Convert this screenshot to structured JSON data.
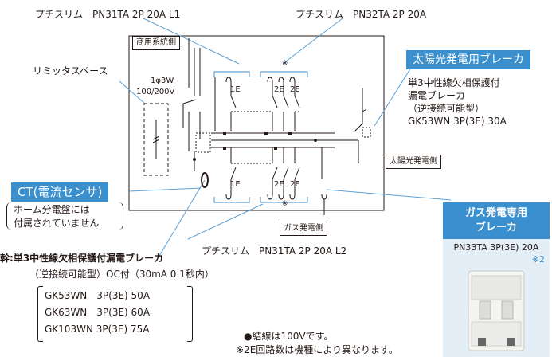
{
  "labels": {
    "putisurimu_l1": "プチスリム　PN31TA 2P 20A L1",
    "putisurimu_top": "プチスリム　PN32TA 2P 20A",
    "putisurimu_l2": "プチスリム　PN31TA 2P 20A L2",
    "commercial_side": "商用系統側",
    "limiter_space": "リミッタスペース",
    "power_spec_1": "1φ3W",
    "power_spec_2": "100/200V",
    "asterisk_top": "※",
    "asterisk_bottom": "※",
    "circuit_1e_top": "1E",
    "circuit_2e_top_a": "2E",
    "circuit_2e_top_b": "2E",
    "circuit_1e_bottom": "1E",
    "circuit_2e_bottom_a": "2E",
    "circuit_2e_bottom_b": "2E",
    "solar_breaker_tag": "太陽光発電用ブレーカ",
    "solar_breaker_desc": [
      "単3中性線欠相保護付",
      "漏電ブレーカ",
      "（逆接続可能型）",
      "GK53WN 3P(3E) 30A"
    ],
    "solar_side": "太陽光発電側",
    "ct_tag": "CT(電流センサ)",
    "ct_note": [
      "ホーム分電盤には",
      "付属されていません"
    ],
    "gas_side": "ガス発電側",
    "main_breaker": "幹:単3中性線欠相保護付漏電ブレーカ",
    "main_breaker_sub": "（逆接続可能型）OC付（30mA 0.1秒内）",
    "main_models": [
      "GK53WN　3P(3E) 50A",
      "GK63WN　3P(3E) 60A",
      "GK103WN 3P(3E) 75A"
    ],
    "note_wiring": "●結線は100Vです。",
    "note_2e": "※2E回路数は機種により異なります。"
  },
  "gas_panel": {
    "title": [
      "ガス発電専用",
      "ブレーカ"
    ],
    "model": "PN33TA 3P(3E) 20A",
    "note": "※2"
  },
  "colors": {
    "accent_blue": "#3a8fcf",
    "leader_line": "#5aa0d6",
    "panel_bg": "#e4eef6",
    "text": "#231815"
  }
}
